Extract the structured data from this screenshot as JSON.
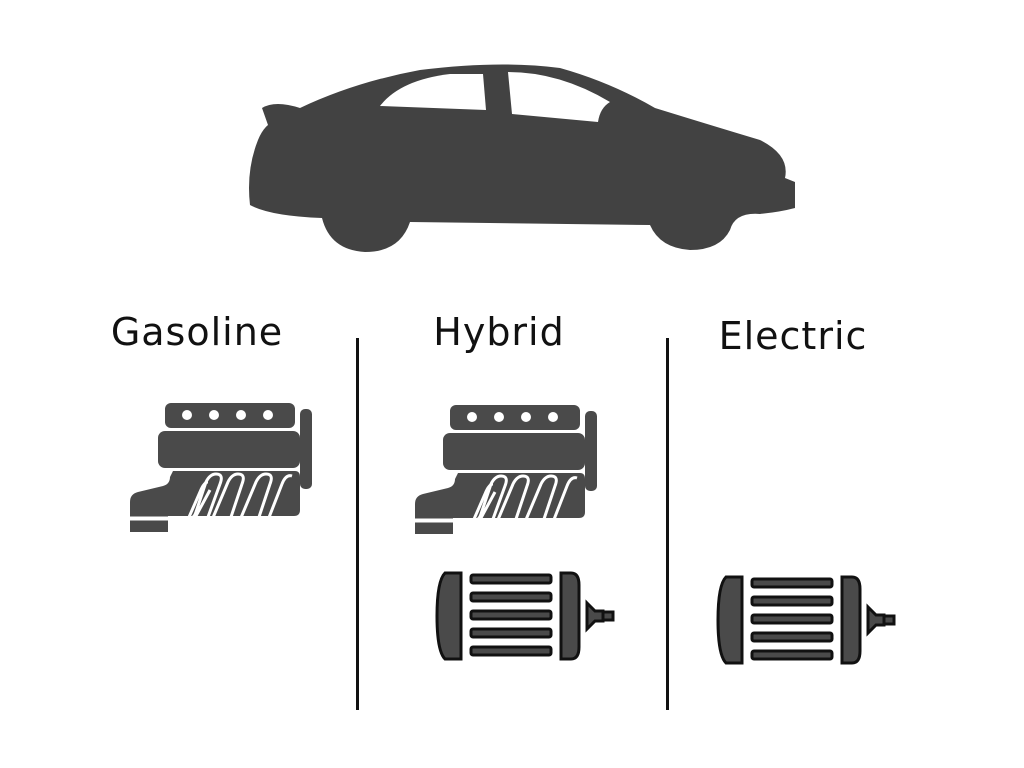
{
  "columns": [
    {
      "label": "Gasoline",
      "components": [
        "engine-icon"
      ]
    },
    {
      "label": "Hybrid",
      "components": [
        "engine-icon",
        "electric-motor-icon"
      ]
    },
    {
      "label": "Electric",
      "components": [
        "electric-motor-icon"
      ]
    }
  ],
  "colors": {
    "fill": "#4a4a4a",
    "car": "#424242",
    "outline": "#111111"
  }
}
